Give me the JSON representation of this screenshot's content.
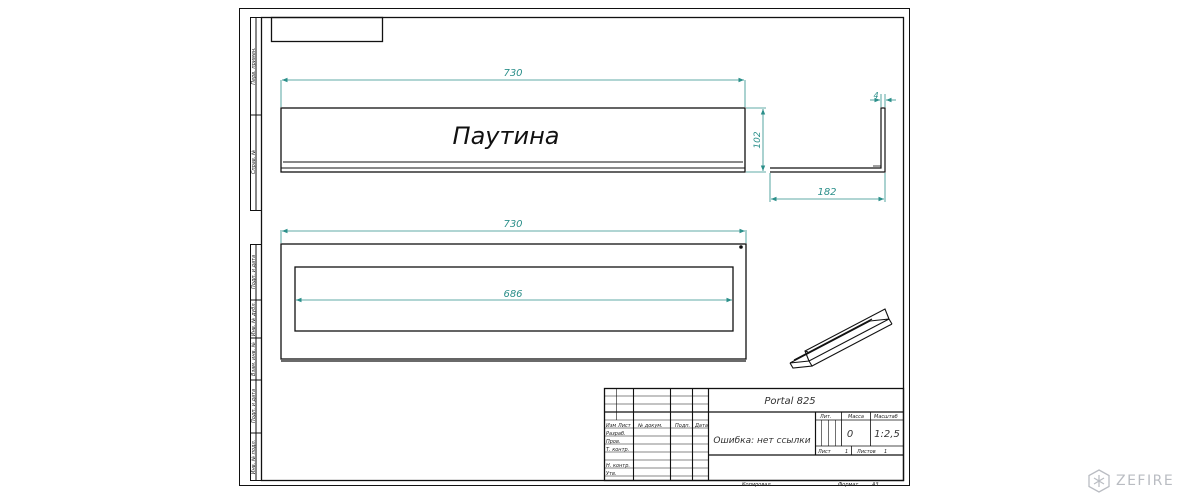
{
  "product_title": "Паутина",
  "dimensions": {
    "top_length": "730",
    "top_height": "102",
    "side_width": "182",
    "side_thickness": "4",
    "bottom_length": "730",
    "inner_length": "686"
  },
  "side_labels": [
    "Перв. примен.",
    "Справ. №",
    "Подп. и дата",
    "Инв. № дубл.",
    "Взам. инв. №",
    "Подп. и дата",
    "Инв. № подл."
  ],
  "title_block": {
    "designation": "Portal 825",
    "name": "Ошибка: нет ссылки",
    "headers": [
      "Изм",
      "Лист",
      "№ докум.",
      "Подп.",
      "Дата"
    ],
    "roles": [
      "Разраб.",
      "Пров.",
      "Т. контр.",
      "Н. контр.",
      "Утв."
    ],
    "col_labels": [
      "Лит.",
      "Масса",
      "Масштаб"
    ],
    "mass": "0",
    "scale": "1:2,5",
    "sheet_label": "Лист",
    "sheet_value": "1",
    "sheets_label": "Листов",
    "sheets_value": "1",
    "copied": "Копировал",
    "format_label": "Формат",
    "format_value": "A3"
  },
  "watermark": "ZEFIRE",
  "colors": {
    "dimension": "#2b8f8a",
    "line": "#111111",
    "watermark": "#b9bcc2"
  }
}
